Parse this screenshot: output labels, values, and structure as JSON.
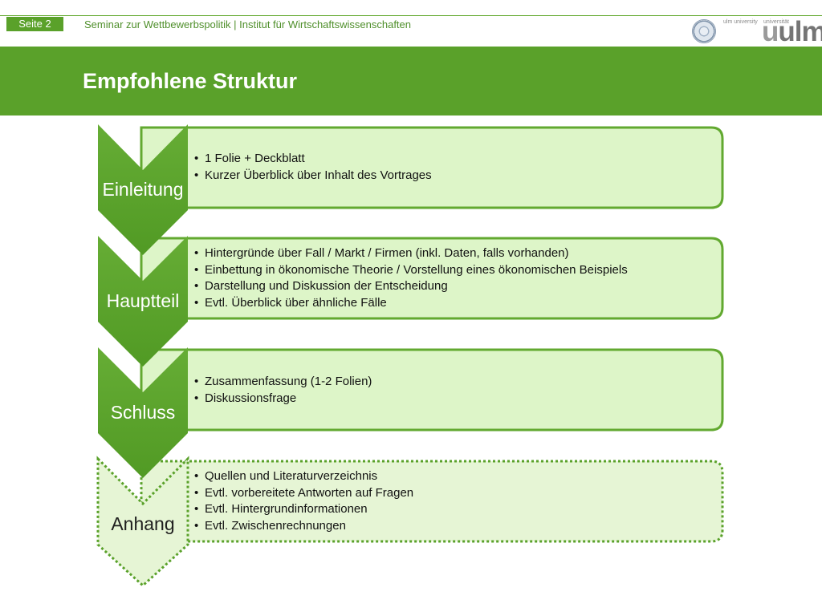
{
  "header": {
    "page_label": "Seite 2",
    "title": "Seminar zur Wettbewerbspolitik | Institut für Wirtschaftswissenschaften",
    "logo": {
      "small_left": "ulm university",
      "small_right": "universität",
      "wordmark": "ulm",
      "wordmark_prefix": "u"
    }
  },
  "slide": {
    "title": "Empfohlene Struktur"
  },
  "colors": {
    "brand_green": "#5aa12a",
    "box_fill": "#ddf5c8",
    "box_border": "#62a930",
    "appendix_fill": "#e6f5d5"
  },
  "sections": [
    {
      "label": "Einleitung",
      "style": "solid",
      "items": [
        "1 Folie + Deckblatt",
        "Kurzer Überblick über Inhalt des Vortrages"
      ]
    },
    {
      "label": "Hauptteil",
      "style": "solid",
      "items": [
        "Hintergründe über Fall / Markt / Firmen (inkl. Daten, falls vorhanden)",
        "Einbettung in ökonomische Theorie / Vorstellung eines ökonomischen Beispiels",
        "Darstellung und Diskussion der Entscheidung",
        "Evtl. Überblick über ähnliche Fälle"
      ]
    },
    {
      "label": "Schluss",
      "style": "solid",
      "items": [
        "Zusammenfassung (1-2 Folien)",
        "Diskussionsfrage"
      ]
    },
    {
      "label": "Anhang",
      "style": "dotted",
      "items": [
        "Quellen und Literaturverzeichnis",
        "Evtl. vorbereitete Antworten auf Fragen",
        "Evtl. Hintergrundinformationen",
        "Evtl. Zwischenrechnungen"
      ]
    }
  ]
}
